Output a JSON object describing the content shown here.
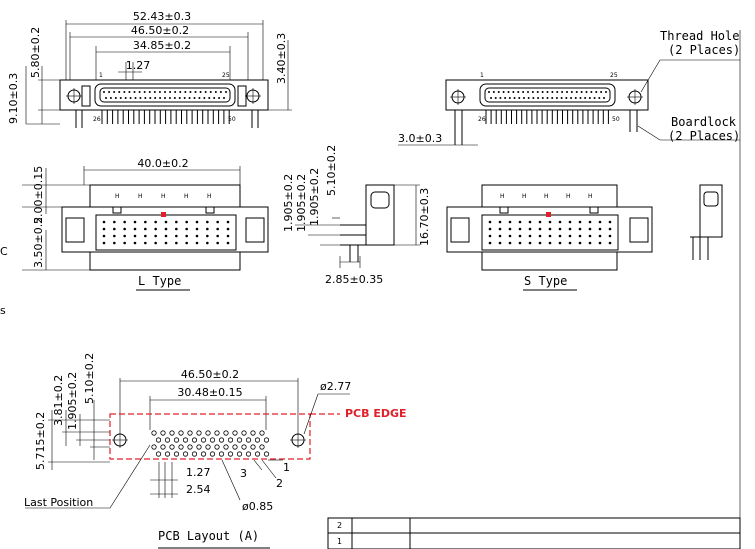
{
  "top_view": {
    "dim_overall": "52.43±0.3",
    "dim_mount": "46.50±0.2",
    "dim_shell": "34.85±0.2",
    "dim_pitch": "1.27",
    "dim_left_top": "5.80±0.2",
    "dim_left_bottom": "9.10±0.3",
    "dim_right": "3.40±0.3",
    "pin_1": "1",
    "pin_25": "25",
    "pin_26": "26",
    "pin_50": "50"
  },
  "s_top_view": {
    "pin_1": "1",
    "pin_25": "25",
    "pin_26": "26",
    "pin_50": "50",
    "dim_boardlock": "3.0±0.3",
    "thread_hole_label": "Thread Hole",
    "thread_hole_count": "(2 Places)",
    "boardlock_label": "Boardlock",
    "boardlock_count": "(2 Places)"
  },
  "l_type": {
    "dim_width": "40.0±0.2",
    "dim_height_top": "5.00±0.15",
    "dim_height_bottom": "3.50±0.2",
    "label": "L Type",
    "side_label": "C",
    "h_mark": "H"
  },
  "side_view": {
    "dim_a": "1.905±0.2",
    "dim_b": "1.905±0.2",
    "dim_c": "1.905±0.2",
    "dim_d": "5.10±0.2",
    "dim_height": "16.70±0.3",
    "dim_bottom": "2.85±0.35"
  },
  "s_type": {
    "label": "S Type",
    "h_mark": "H"
  },
  "left_fragment": "s",
  "pcb_layout": {
    "title": "PCB Layout (A)",
    "dim_mount": "46.50±0.2",
    "dim_pins": "30.48±0.15",
    "dim_hole": "ø2.77",
    "pcb_edge_label": "PCB EDGE",
    "dim_v1": "5.715±0.2",
    "dim_v2": "3.81±0.2",
    "dim_v3": "1.905±0.2",
    "dim_v4": "5.10±0.2",
    "dim_pitch_x": "1.27",
    "dim_pitch_2x": "2.54",
    "dim_pin_hole": "ø0.85",
    "last_position": "Last Position",
    "pin_1": "1",
    "pin_2": "2",
    "pin_3": "3"
  },
  "revision_table": {
    "rows": [
      "2",
      "1"
    ]
  }
}
